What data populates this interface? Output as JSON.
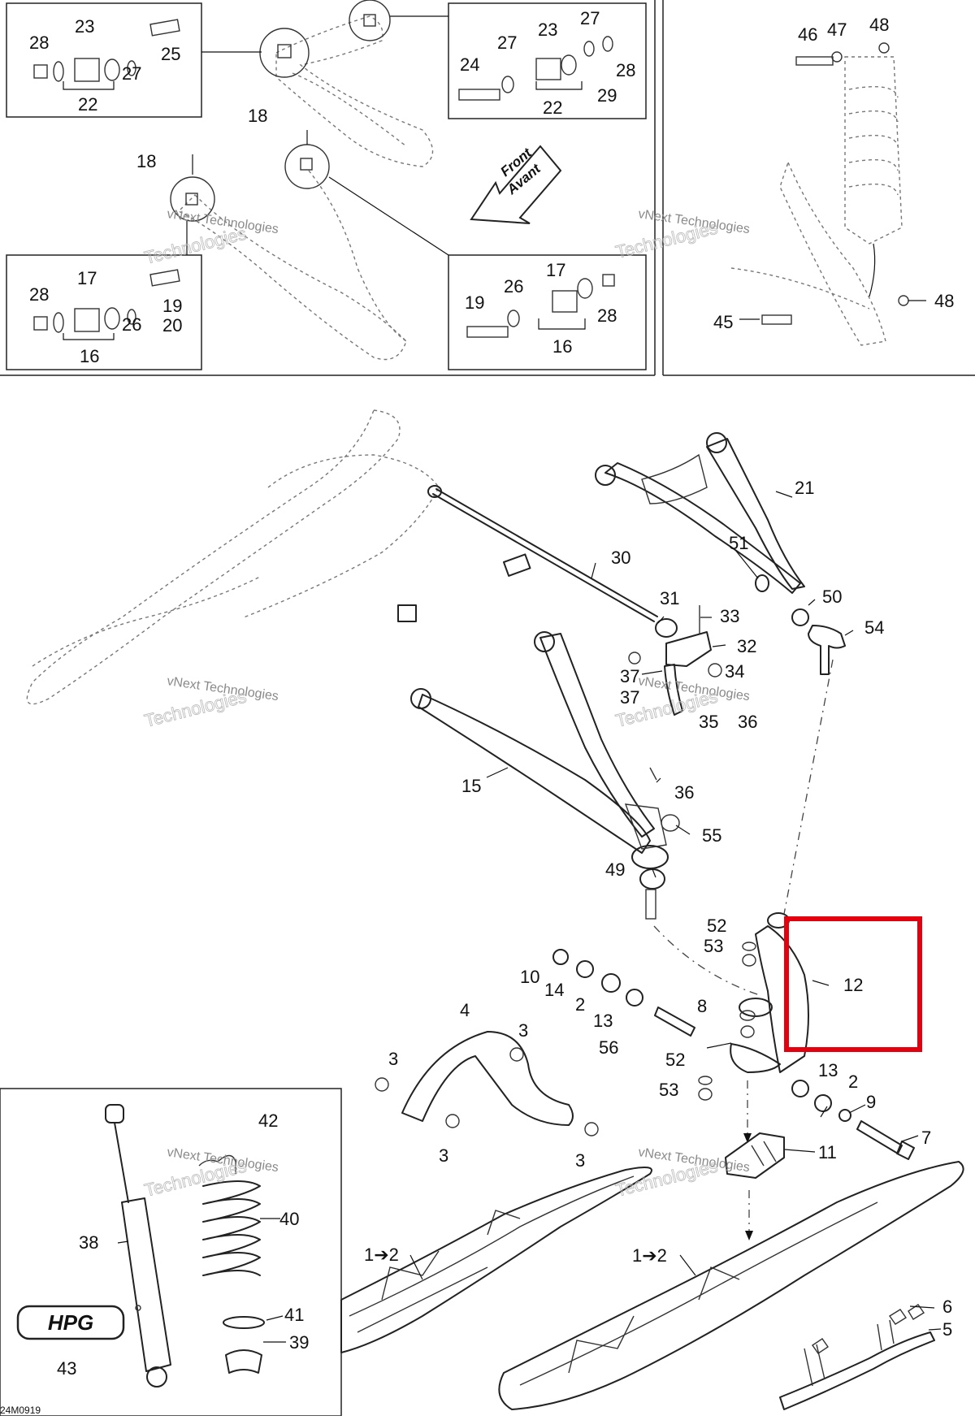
{
  "drawing": {
    "code": "24M0919",
    "watermark_line1": "vNext Technologies",
    "watermark_line2": "Technologies",
    "front_arrow_line1": "Front",
    "front_arrow_line2": "Avant",
    "hpg_logo": "HPG",
    "highlight_color": "#e3000f"
  },
  "callouts": {
    "c28a": "28",
    "c23a": "23",
    "c27a": "27",
    "c25": "25",
    "c22a": "22",
    "c27b": "27",
    "c23b": "23",
    "c24": "24",
    "c27c": "27",
    "c28b": "28",
    "c29": "29",
    "c22b": "22",
    "c18a": "18",
    "c18b": "18",
    "c28c": "28",
    "c17a": "17",
    "c26a": "26",
    "c19a": "19",
    "c20": "20",
    "c16a": "16",
    "c17b": "17",
    "c19b": "19",
    "c26b": "26",
    "c28d": "28",
    "c16b": "16",
    "c46": "46",
    "c47": "47",
    "c48a": "48",
    "c48b": "48",
    "c45": "45",
    "c21": "21",
    "c51": "51",
    "c50": "50",
    "c54": "54",
    "c30": "30",
    "c31": "31",
    "c33": "33",
    "c32": "32",
    "c37a": "37",
    "c34": "34",
    "c37b": "37",
    "c35": "35",
    "c36a": "36",
    "c15": "15",
    "c36b": "36",
    "c55": "55",
    "c49": "49",
    "c52a": "52",
    "c53a": "53",
    "c12": "12",
    "c10": "10",
    "c14": "14",
    "c2a": "2",
    "c13a": "13",
    "c8": "8",
    "c56": "56",
    "c4": "4",
    "c3a": "3",
    "c3b": "3",
    "c3c": "3",
    "c3d": "3",
    "c52b": "52",
    "c53b": "53",
    "c13b": "13",
    "c2b": "2",
    "c9": "9",
    "c7": "7",
    "c11": "11",
    "c42": "42",
    "c40": "40",
    "c38": "38",
    "c41": "41",
    "c39": "39",
    "c43": "43",
    "c1to2a": "1➔2",
    "c1to2b": "1➔2",
    "c6": "6",
    "c5": "5"
  }
}
